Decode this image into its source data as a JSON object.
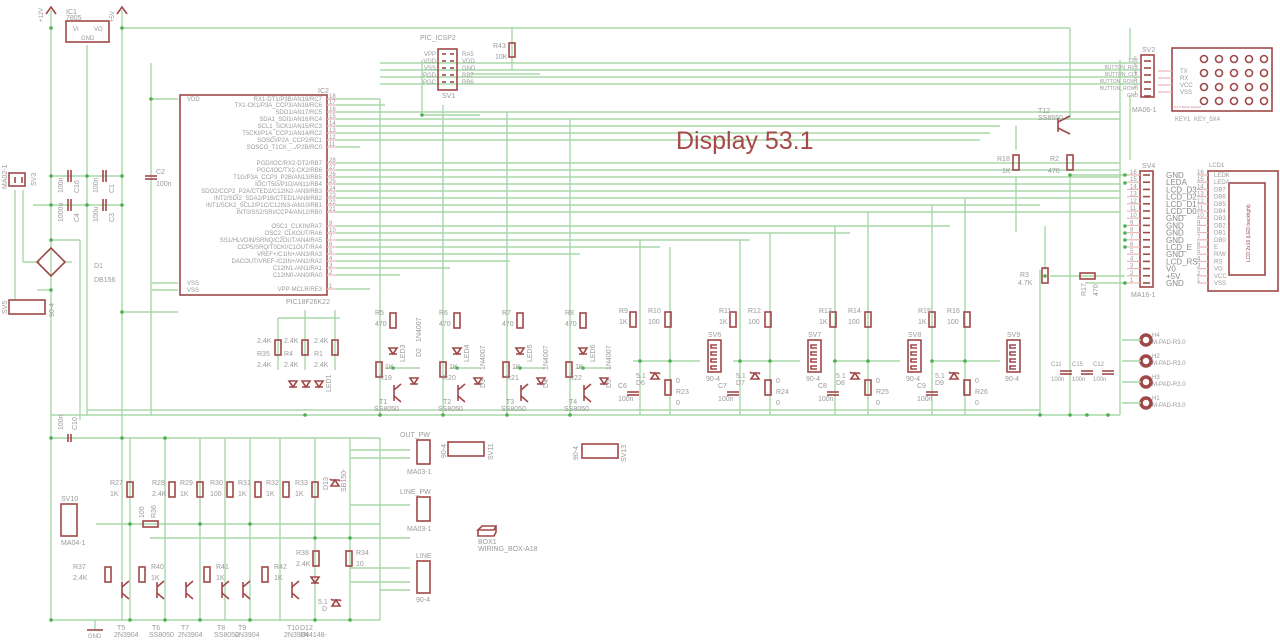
{
  "title": "Display 53.1",
  "power": {
    "v12": "+12V",
    "v5": "+5V",
    "gnd": "GND"
  },
  "ic1": {
    "name": "IC1",
    "value": "7805",
    "pins": [
      "VI",
      "VO",
      "GND"
    ]
  },
  "ic2": {
    "name": "IC2",
    "value": "PIC18F26K22",
    "left_pins": [
      "VDD",
      "VSS",
      "VSS"
    ],
    "right_pins": [
      {
        "num": "18",
        "label": "RX1-DT1/P3B/AN19/RC7"
      },
      {
        "num": "17",
        "label": "TX1-CK1/P3A_CCP3/AN18/RC6"
      },
      {
        "num": "16",
        "label": "SDO1/AN17/RC5"
      },
      {
        "num": "15",
        "label": "SDA1_SDI1/AN16/RC4"
      },
      {
        "num": "14",
        "label": "SCL1_SCK1/AN15/RC3"
      },
      {
        "num": "13",
        "label": "T5CKI/P1A_CCP1/AN14/RC2"
      },
      {
        "num": "12",
        "label": "SOSCI/P2A_CCP2/RC1"
      },
      {
        "num": "11",
        "label": "SOSCO_T1CK_.../P2B/RC0"
      },
      {
        "num": "28",
        "label": "PGD/IOC/RX2-DT2/RB7"
      },
      {
        "num": "27",
        "label": "PGC/IOC/TX2-CK2/RB6"
      },
      {
        "num": "26",
        "label": "T1G/P3A_CCP3_P2B/AN13/RB5"
      },
      {
        "num": "25",
        "label": "IOC/T5G/P1D/AN11/RB4"
      },
      {
        "num": "24",
        "label": "SDO2/CCP2_P2A/CTED2/C12IN2-/AN9/RB3"
      },
      {
        "num": "23",
        "label": "INT2/SDI2_SDA2/P1B/CTED1/AN8/RB2"
      },
      {
        "num": "22",
        "label": "INT1/SCK2_SCL2/P1C/C12IN3-/AN10/RB1"
      },
      {
        "num": "21",
        "label": "INT0/SS2/SRI/CCP4/AN12/RB0"
      },
      {
        "num": "9",
        "label": "OSC1_CLKIN/RA7"
      },
      {
        "num": "10",
        "label": "OSC2_CLKOUT/RA6"
      },
      {
        "num": "7",
        "label": "SS1/HLVDIN/SRNQ/C2OUT/AN4/RA5"
      },
      {
        "num": "6",
        "label": "CCP5/SRQ/T0CKI/C1OUT/RA4"
      },
      {
        "num": "5",
        "label": "VREF+/C1IN+/AN3/RA3"
      },
      {
        "num": "4",
        "label": "DACOUT/VREF-/C2IN+/AN2/RA2"
      },
      {
        "num": "3",
        "label": "C12IN1-/AN1/RA1"
      },
      {
        "num": "2",
        "label": "C12IN0-/AN0/RA0"
      },
      {
        "num": "1",
        "label": "VPP-MCLR/RE3"
      }
    ]
  },
  "icsp": {
    "title": "PIC_ICSP2",
    "name": "SV1",
    "left": [
      "VPP",
      "VDD",
      "VSS",
      "PGD",
      "PGC"
    ],
    "right": [
      "RA5",
      "VDD",
      "GND",
      "RB7",
      "RB6"
    ]
  },
  "r43": {
    "name": "R43",
    "value": "10K"
  },
  "sv2": {
    "name": "SV2",
    "value": "MA06-1",
    "pins": [
      "LSV",
      "BUTTON_RES",
      "BUTTON_CLK",
      "BUTTON_ROW1",
      "BUTTON_ROW0",
      "GND"
    ]
  },
  "keypad": {
    "name": "KEY1",
    "value": "KEY_5X4",
    "pins": [
      "TX",
      "RX",
      "VCC",
      "VSS"
    ],
    "caption": "5 X 4 button keypad"
  },
  "t12": {
    "name": "T12",
    "value": "SS8550"
  },
  "r18": {
    "name": "R18",
    "value": "1K"
  },
  "r2": {
    "name": "R2",
    "value": "470"
  },
  "r3": {
    "name": "R3",
    "value": "4.7K"
  },
  "r17": {
    "name": "R17",
    "value": "470"
  },
  "sv4": {
    "name": "SV4",
    "value": "MA16-1",
    "pins": [
      "GND",
      "LEDA",
      "LCD_D3",
      "LCD_D2",
      "LCD_D1",
      "LCD_D0",
      "GND",
      "GND",
      "GND",
      "GND",
      "LCD_E",
      "GND",
      "LCD_RS",
      "V0",
      "+5V",
      "GND"
    ]
  },
  "lcd": {
    "name": "LCD1",
    "caption": "LCD 2x16 (LED backlight)",
    "pins": [
      "LEDK",
      "LEDA",
      "DB7",
      "DB6",
      "DB5",
      "DB4",
      "DB3",
      "DB2",
      "DB1",
      "DB0",
      "E",
      "R/W",
      "RS",
      "VO",
      "VCC",
      "VSS"
    ]
  },
  "power_section": {
    "sv3": {
      "name": "SV3",
      "value": "MA02-1"
    },
    "sv5": {
      "name": "SV5",
      "value": "90-4"
    },
    "d1": {
      "name": "D1",
      "value": "DB156"
    },
    "caps": [
      {
        "name": "C16",
        "value": "100n"
      },
      {
        "name": "C1",
        "value": "100n"
      },
      {
        "name": "C4",
        "value": "1000u"
      },
      {
        "name": "C3",
        "value": "100u"
      },
      {
        "name": "C2",
        "value": "100n"
      }
    ]
  },
  "leds": {
    "rgb": {
      "name": "LED1",
      "resistors": [
        {
          "name": "R35",
          "value": "2.4K"
        },
        {
          "name": "R4",
          "value": "2.4K"
        },
        {
          "name": "R1",
          "value": "2.4K"
        }
      ]
    },
    "channels": [
      {
        "r_top": "R5",
        "r_top_v": "470",
        "led": "LED3",
        "diode": "D2",
        "dv": "1N4007",
        "rb": "R19",
        "rb_v": "1K",
        "t": "T1",
        "tv": "SS8050"
      },
      {
        "r_top": "R6",
        "r_top_v": "470",
        "led": "LED4",
        "diode": "D3",
        "dv": "1N4007",
        "rb": "R20",
        "rb_v": "1K",
        "t": "T2",
        "tv": "SS8050"
      },
      {
        "r_top": "R7",
        "r_top_v": "470",
        "led": "LED5",
        "diode": "D4",
        "dv": "1N4007",
        "rb": "R21",
        "rb_v": "1K",
        "t": "T3",
        "tv": "SS8050"
      },
      {
        "r_top": "R8",
        "r_top_v": "470",
        "led": "LED6",
        "diode": "D5",
        "dv": "1N4007",
        "rb": "R22",
        "rb_v": "1K",
        "t": "T4",
        "tv": "SS8050"
      }
    ]
  },
  "inputs": [
    {
      "r1": "R9",
      "r1v": "1K",
      "r2": "R10",
      "r2v": "100",
      "d": "D6",
      "dv": "5.1",
      "c": "C6",
      "cv": "100n",
      "r0": "R23",
      "r0v": "0",
      "sv": "SV6",
      "svv": "90-4"
    },
    {
      "r1": "R11",
      "r1v": "1K",
      "r2": "R12",
      "r2v": "100",
      "d": "D7",
      "dv": "5.1",
      "c": "C7",
      "cv": "100n",
      "r0": "R24",
      "r0v": "0",
      "sv": "SV7",
      "svv": "90-4"
    },
    {
      "r1": "R13",
      "r1v": "1K",
      "r2": "R14",
      "r2v": "100",
      "d": "D8",
      "dv": "5.1",
      "c": "C8",
      "cv": "100n",
      "r0": "R25",
      "r0v": "0",
      "sv": "SV8",
      "svv": "90-4"
    },
    {
      "r1": "R15",
      "r1v": "1K",
      "r2": "R16",
      "r2v": "100",
      "d": "D9",
      "dv": "5.1",
      "c": "C9",
      "cv": "100n",
      "r0": "R26",
      "r0v": "0",
      "sv": "SV9",
      "svv": "90-4"
    }
  ],
  "bypass": [
    {
      "name": "C11",
      "value": "100n"
    },
    {
      "name": "C15",
      "value": "100n"
    },
    {
      "name": "C12",
      "value": "100n"
    }
  ],
  "mounting": [
    {
      "name": "H4",
      "value": "M-PAD-R3.0"
    },
    {
      "name": "H2",
      "value": "M-PAD-R3.0"
    },
    {
      "name": "H3",
      "value": "M-PAD-R3.0"
    },
    {
      "name": "H1",
      "value": "M-PAD-R3.0"
    }
  ],
  "sv11": {
    "name": "SV11",
    "value": "90-4"
  },
  "sv13": {
    "name": "SV13",
    "value": "90-4"
  },
  "out_pw": {
    "name": "OUT_PW",
    "value": "MA03-1"
  },
  "line_pw": {
    "name": "LINE_PW",
    "value": "MA03-1"
  },
  "line": {
    "name": "LINE",
    "value": "90-4"
  },
  "box": {
    "name": "BOX1",
    "value": "WIRING_BOX-A18"
  },
  "lower": {
    "c10": {
      "name": "C10",
      "value": "100n"
    },
    "sv10": {
      "name": "SV10",
      "value": "MA04-1"
    },
    "resistors": [
      {
        "name": "R27",
        "value": "1K"
      },
      {
        "name": "R28",
        "value": "2.4K"
      },
      {
        "name": "R29",
        "value": "1K"
      },
      {
        "name": "R30",
        "value": "100"
      },
      {
        "name": "R31",
        "value": "1K"
      },
      {
        "name": "R32",
        "value": "1K"
      },
      {
        "name": "R33",
        "value": "1K"
      },
      {
        "name": "R36",
        "value": "100"
      },
      {
        "name": "R37",
        "value": "2.4K"
      },
      {
        "name": "R40",
        "value": "1K"
      },
      {
        "name": "R41",
        "value": "1K"
      },
      {
        "name": "R42",
        "value": "1K"
      },
      {
        "name": "R38",
        "value": "2.4K"
      },
      {
        "name": "R34",
        "value": "10"
      }
    ],
    "transistors": [
      {
        "name": "T5",
        "value": "2N3904"
      },
      {
        "name": "T6",
        "value": "SS8050"
      },
      {
        "name": "T7",
        "value": "2N3904"
      },
      {
        "name": "T8",
        "value": "SS8050"
      },
      {
        "name": "T9",
        "value": "2N3904"
      },
      {
        "name": "T10",
        "value": "2N3904"
      }
    ],
    "d12": {
      "name": "D12",
      "value": "1N4148"
    },
    "d13": {
      "name": "D13",
      "value": "SB150"
    },
    "zener": {
      "name": "D",
      "value": "5.1"
    }
  }
}
